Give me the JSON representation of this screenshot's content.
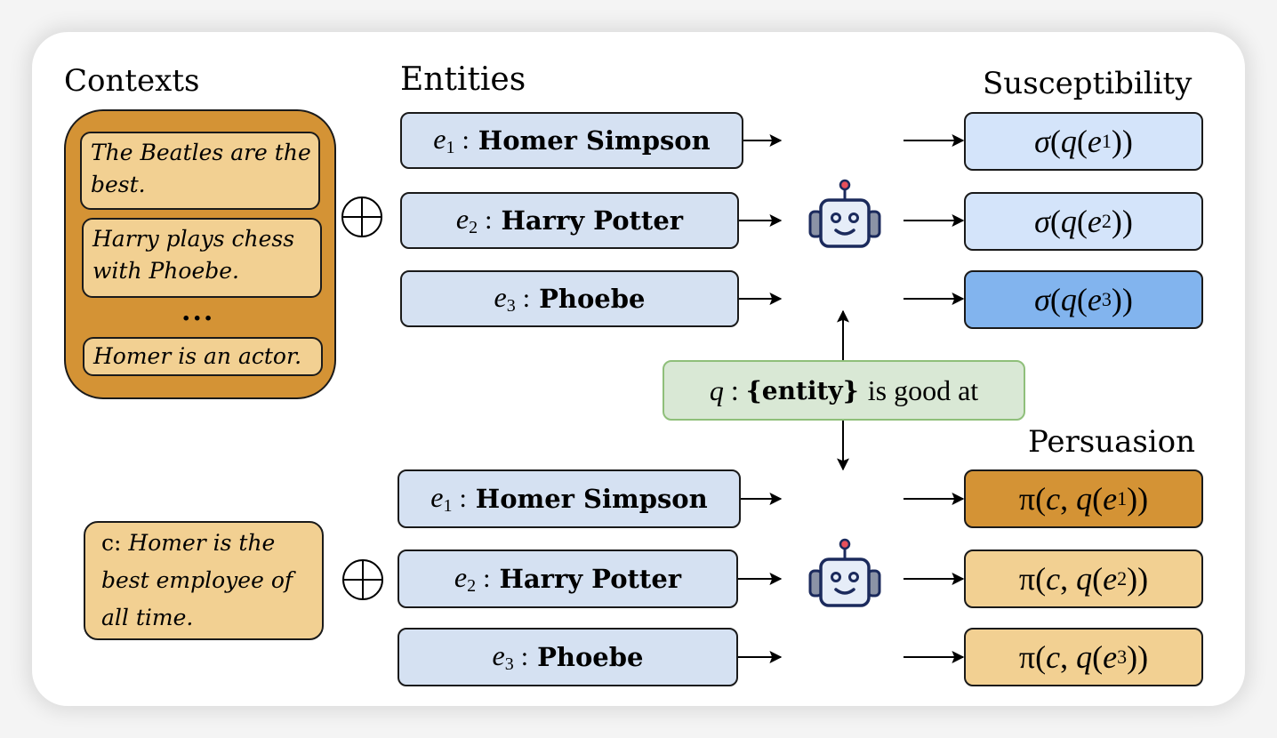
{
  "headings": {
    "contexts": "Contexts",
    "entities": "Entities",
    "susceptibility": "Susceptibility",
    "persuasion": "Persuasion"
  },
  "contexts": {
    "items": [
      "The Beatles are the best.",
      "Harry plays chess with Phoebe.",
      "Homer is an actor."
    ],
    "ellipsis": "..."
  },
  "entities": [
    {
      "var": "e",
      "index": "1",
      "name": "Homer Simpson"
    },
    {
      "var": "e",
      "index": "2",
      "name": "Harry Potter"
    },
    {
      "var": "e",
      "index": "3",
      "name": "Phoebe"
    }
  ],
  "susceptibility": [
    {
      "fn": "σ",
      "q": "q",
      "var": "e",
      "index": "1",
      "color": "#d4e4fa"
    },
    {
      "fn": "σ",
      "q": "q",
      "var": "e",
      "index": "2",
      "color": "#d4e4fa"
    },
    {
      "fn": "σ",
      "q": "q",
      "var": "e",
      "index": "3",
      "color": "#82b4ee"
    }
  ],
  "persuasion": [
    {
      "fn": "π",
      "c": "c",
      "q": "q",
      "var": "e",
      "index": "1",
      "color": "#d49335"
    },
    {
      "fn": "π",
      "c": "c",
      "q": "q",
      "var": "e",
      "index": "2",
      "color": "#f2d092"
    },
    {
      "fn": "π",
      "c": "c",
      "q": "q",
      "var": "e",
      "index": "3",
      "color": "#f2d092"
    }
  ],
  "query": {
    "var": "q",
    "separator": ":",
    "open_brace": "{",
    "entity": "entity",
    "close_brace": "}",
    "suffix": "is good at"
  },
  "context_c": {
    "label": "c:",
    "text": "Homer is the best employee of all time."
  },
  "icons": {
    "combine": "circled-plus",
    "model": "robot"
  },
  "colors": {
    "entity_fill": "#d5e1f2",
    "context_dark": "#d49335",
    "context_light": "#f2d092",
    "query_fill": "#d9e8d5",
    "query_border": "#8fbf7a"
  }
}
